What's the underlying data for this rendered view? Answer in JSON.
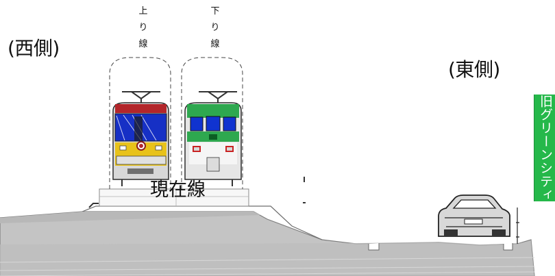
{
  "labels": {
    "west": "(西側)",
    "east": "(東側)",
    "up_track": "上り線",
    "down_track": "下り線",
    "current_line": "現在線",
    "green_city": "旧グリーンシティ"
  },
  "colors": {
    "ground": "#c4c4c4",
    "train_red_yellow_body": "#e8c21a",
    "train_red_yellow_top": "#b3262a",
    "train_green_body": "#2ea84f",
    "banner": "#25b84a"
  },
  "objects": {
    "trains": [
      "upbound-train",
      "downbound-train"
    ],
    "vehicle": "car"
  }
}
